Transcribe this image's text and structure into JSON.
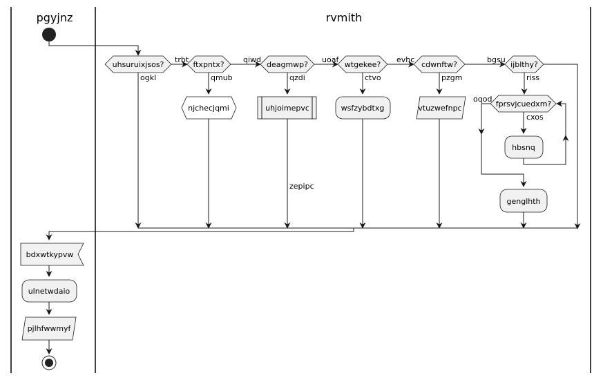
{
  "lanes": {
    "left": "pgyjnz",
    "right": "rvmith"
  },
  "decisions": {
    "d1": "uhsuruixjsos?",
    "d2": "ftxpntx?",
    "d3": "deagmwp?",
    "d4": "wtgekee?",
    "d5": "cdwnftw?",
    "d6": "ijblthy?",
    "d7": "fprsvjcuedxm?"
  },
  "edges": {
    "e12": "trbt",
    "e23": "qiwd",
    "e34": "uoaf",
    "e45": "evhc",
    "e56": "bgsu",
    "d1_down": "ogkl",
    "d2_down": "qmub",
    "d3_down": "qzdi",
    "d4_down": "ctvo",
    "d5_down": "pzgm",
    "d6_down": "riss",
    "d7_down": "cxos",
    "d7_left": "oqod",
    "d3_after": "zepipc"
  },
  "nodes": {
    "n_hex": "njchecjqmi",
    "n_sub": "uhjoimepvc",
    "n_round1": "wsfzybdtxg",
    "n_para1": "vtuzwefnpc",
    "n_loop": "hbsnq",
    "n_round2": "genglhth",
    "n_flag": "bdxwtkypvw",
    "n_round3": "ulnetwdaio",
    "n_para2": "pjlhfwwmyf"
  }
}
